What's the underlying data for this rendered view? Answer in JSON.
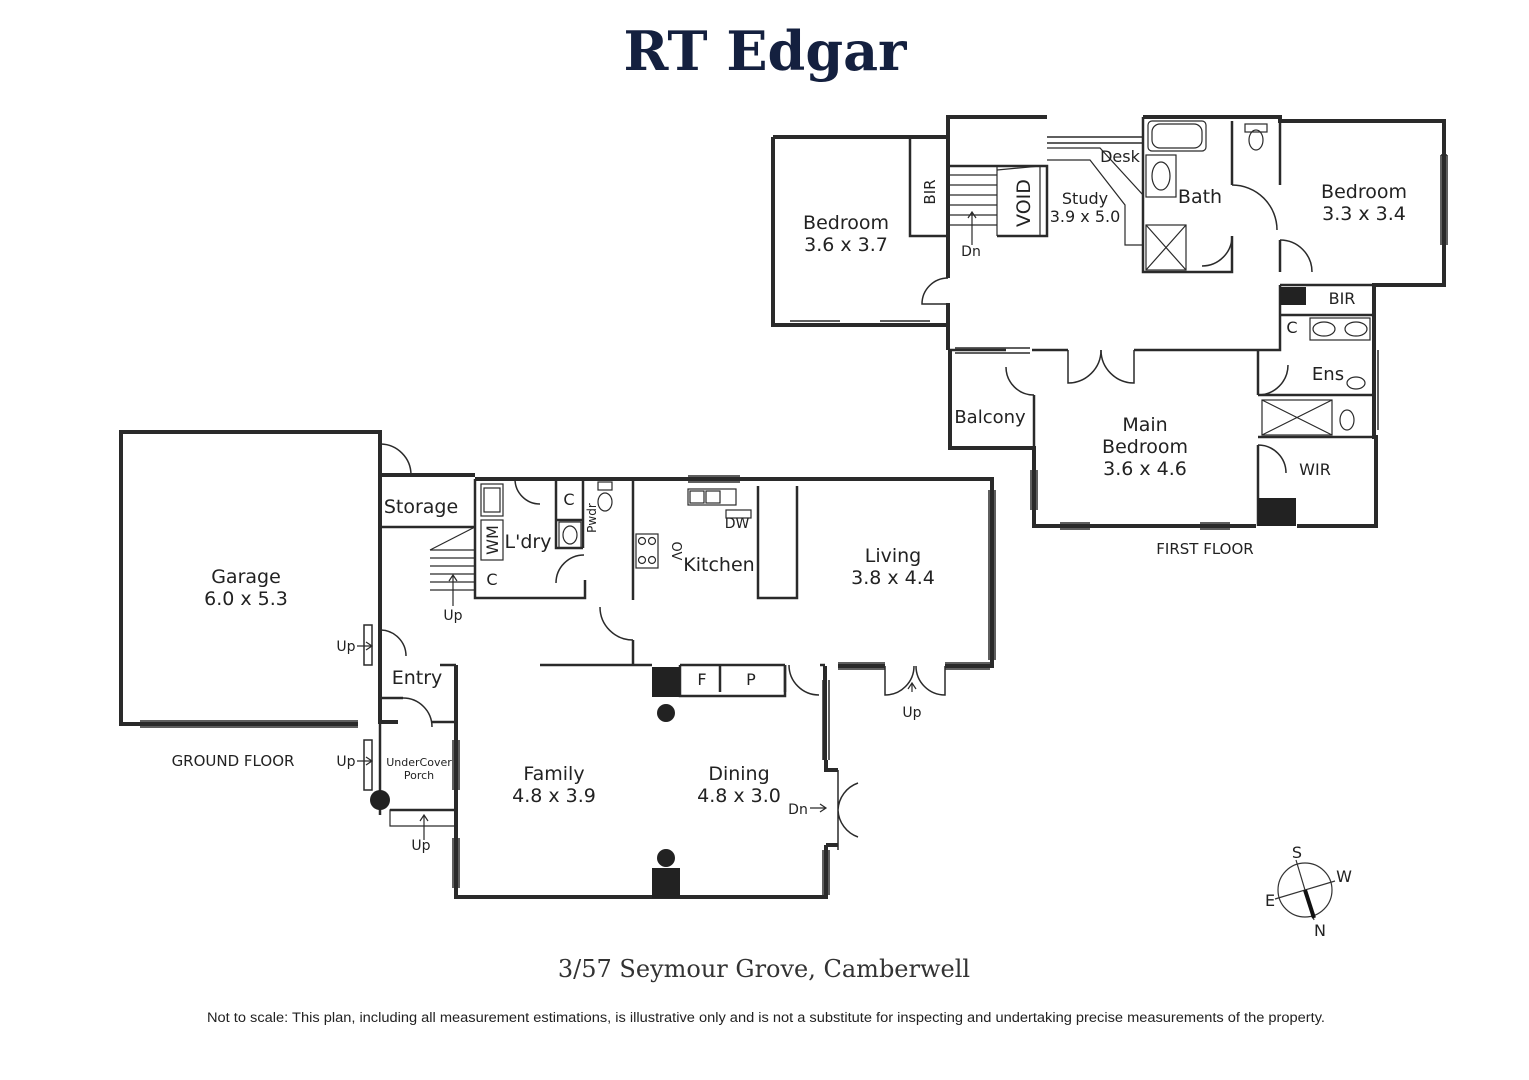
{
  "brand": {
    "name": "RT Edgar",
    "color": "#14203f"
  },
  "wall_color": "#2a2a2a",
  "first_floor": {
    "label": "FIRST FLOOR",
    "rooms": {
      "bedroom_west": {
        "name": "Bedroom",
        "size": "3.6 x 3.7"
      },
      "bir_west": "BIR",
      "stair_dn": "Dn",
      "void": "VOID",
      "study": {
        "name": "Study",
        "size": "3.9 x 5.0"
      },
      "desk": "Desk",
      "bath": "Bath",
      "bedroom_east": {
        "name": "Bedroom",
        "size": "3.3 x 3.4"
      },
      "bir_east": "BIR",
      "cupboard": "C",
      "ensuite": "Ens",
      "balcony": "Balcony",
      "main_bedroom": {
        "name_line1": "Main",
        "name_line2": "Bedroom",
        "size": "3.6 x 4.6"
      },
      "wir": "WIR"
    }
  },
  "ground_floor": {
    "label": "GROUND FLOOR",
    "rooms": {
      "garage": {
        "name": "Garage",
        "size": "6.0 x 5.3"
      },
      "storage": "Storage",
      "wm": "WM",
      "laundry": "L'dry",
      "cupboard_1": "C",
      "cupboard_2": "C",
      "powder": "Pwdr",
      "stair_up": "Up",
      "garage_up": "Up",
      "entry": "Entry",
      "porch_up": "Up",
      "porch_line1": "UnderCover",
      "porch_line2": "Porch",
      "porch_step_up": "Up",
      "kitchen": "Kitchen",
      "dw": "DW",
      "ov": "OV",
      "living": {
        "name": "Living",
        "size": "3.8 x 4.4"
      },
      "fridge": "F",
      "pantry": "P",
      "living_up": "Up",
      "family": {
        "name": "Family",
        "size": "4.8 x 3.9"
      },
      "dining": {
        "name": "Dining",
        "size": "4.8 x 3.0"
      },
      "dining_dn": "Dn"
    }
  },
  "compass": {
    "s": "S",
    "w": "W",
    "e": "E",
    "n": "N"
  },
  "address": "3/57 Seymour Grove, Camberwell",
  "disclaimer": "Not to scale: This plan, including all measurement estimations, is illustrative only and is not a substitute for inspecting and undertaking precise measurements of the property."
}
